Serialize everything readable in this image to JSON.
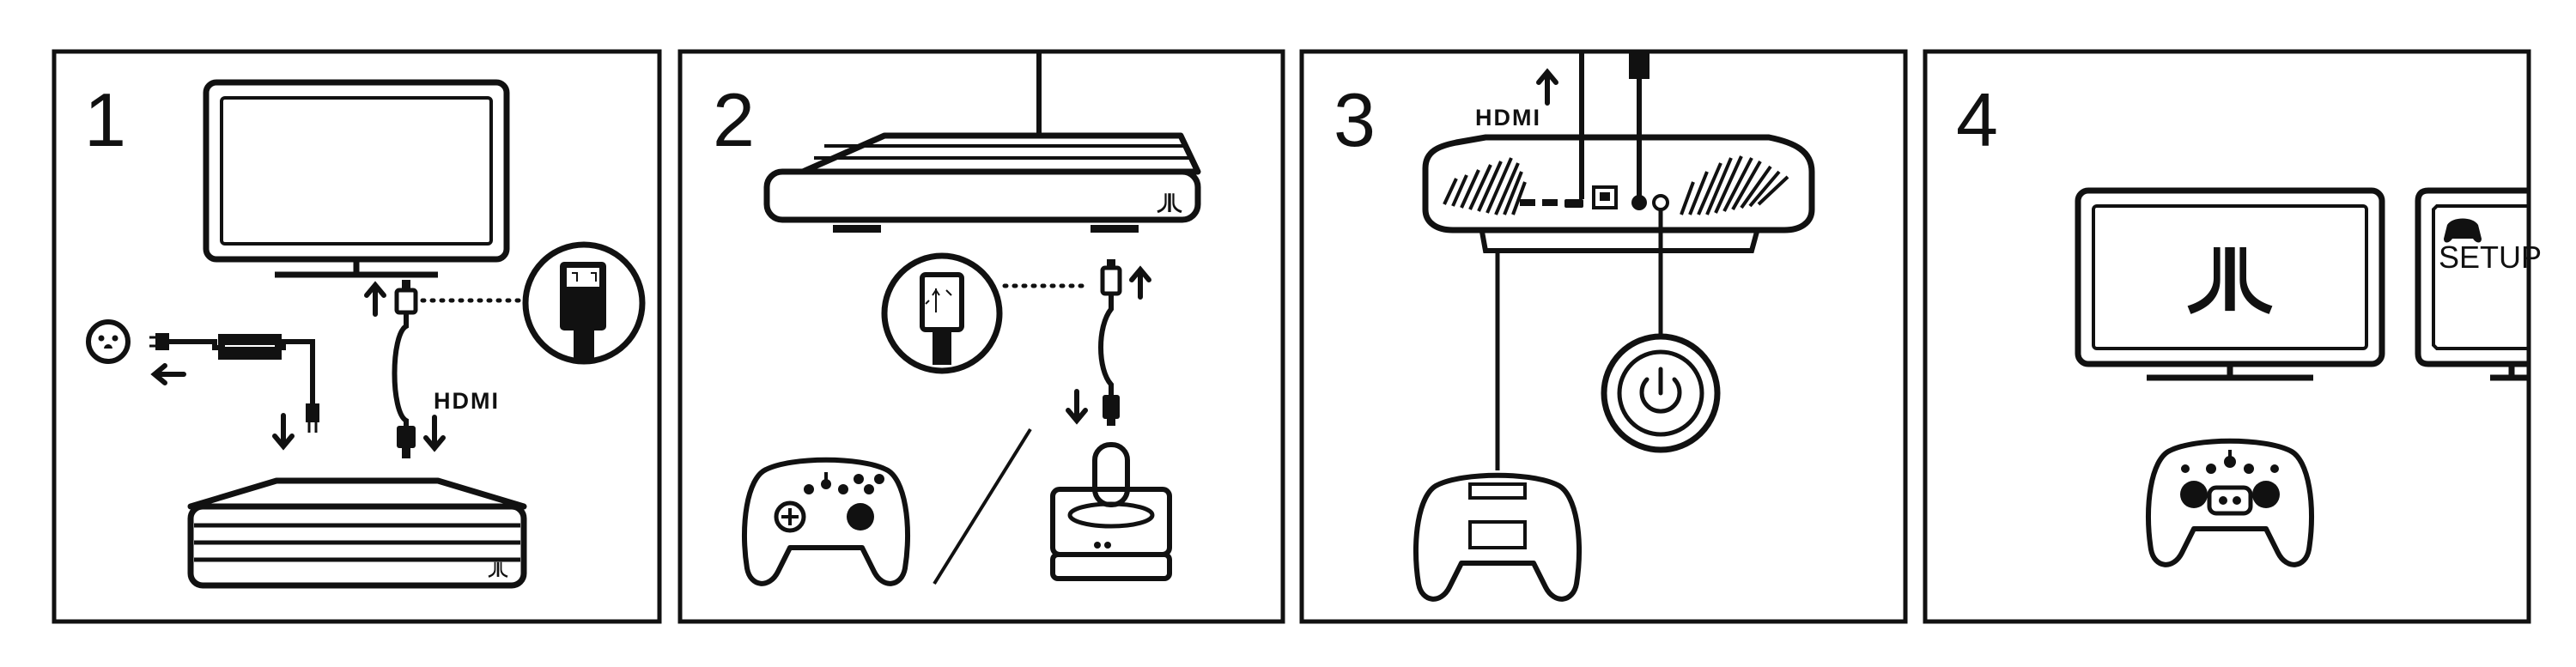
{
  "diagram": {
    "colors": {
      "ink": "#111111",
      "background": "#ffffff",
      "cable": "#1a1a1a"
    },
    "panels": [
      {
        "number": "1",
        "labels": {
          "hdmi": "HDMI"
        },
        "icons": [
          "tv-icon",
          "wall-outlet-icon",
          "power-adapter-icon",
          "power-plug-icon",
          "hdmi-plug-icon",
          "hdmi-connector-icon",
          "console-icon",
          "atari-logo-icon"
        ]
      },
      {
        "number": "2",
        "labels": {},
        "icons": [
          "console-icon",
          "usb-connector-icon",
          "usb-plug-icon",
          "gamepad-icon",
          "joystick-icon",
          "atari-logo-icon"
        ]
      },
      {
        "number": "3",
        "labels": {
          "hdmi": "HDMI"
        },
        "icons": [
          "console-back-icon",
          "ethernet-port-icon",
          "power-button-icon",
          "gamepad-icon"
        ]
      },
      {
        "number": "4",
        "labels": {
          "setup": "SETUP"
        },
        "icons": [
          "tv-icon",
          "atari-logo-icon",
          "tv-icon",
          "gamepad-icon"
        ]
      }
    ]
  }
}
